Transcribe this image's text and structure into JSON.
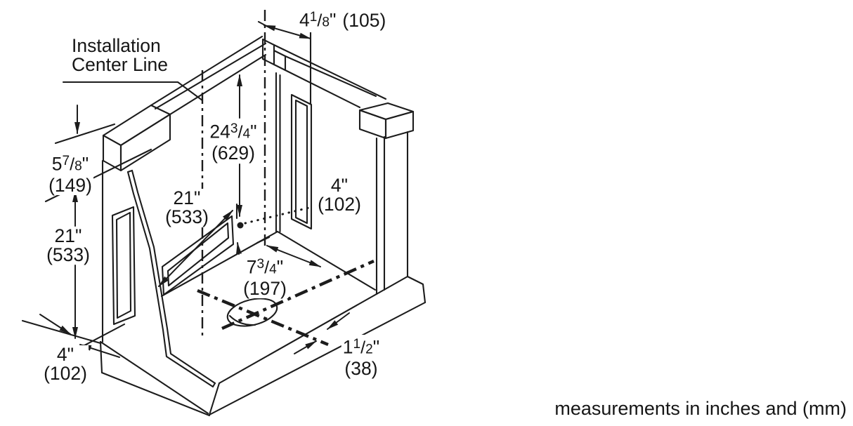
{
  "figure": {
    "note": "measurements in inches and (mm)",
    "callout": {
      "line1": "Installation",
      "line2": "Center Line"
    }
  },
  "dimensions": {
    "top_offset": {
      "whole": "4",
      "num": "1",
      "slash": "/",
      "den": "8",
      "unit": "\"",
      "mm": "(105)"
    },
    "back_height": {
      "whole": "24",
      "num": "3",
      "slash": "/",
      "den": "4",
      "unit": "\"",
      "mm": "(629)"
    },
    "left_top": {
      "whole": "5",
      "num": "7",
      "slash": "/",
      "den": "8",
      "unit": "\"",
      "mm": "(149)"
    },
    "left_slot": {
      "whole": "21",
      "unit": "\"",
      "mm": "(533)"
    },
    "wall_slot": {
      "whole": "21",
      "unit": "\"",
      "mm": "(533)"
    },
    "duct_offset": {
      "whole": "4",
      "unit": "\"",
      "mm": "(102)"
    },
    "floor_depth": {
      "whole": "7",
      "num": "3",
      "slash": "/",
      "den": "4",
      "unit": "\"",
      "mm": "(197)"
    },
    "front_edge": {
      "whole": "1",
      "num": "1",
      "slash": "/",
      "den": "2",
      "unit": "\"",
      "mm": "(38)"
    },
    "toe_kick": {
      "whole": "4",
      "unit": "\"",
      "mm": "(102)"
    }
  }
}
